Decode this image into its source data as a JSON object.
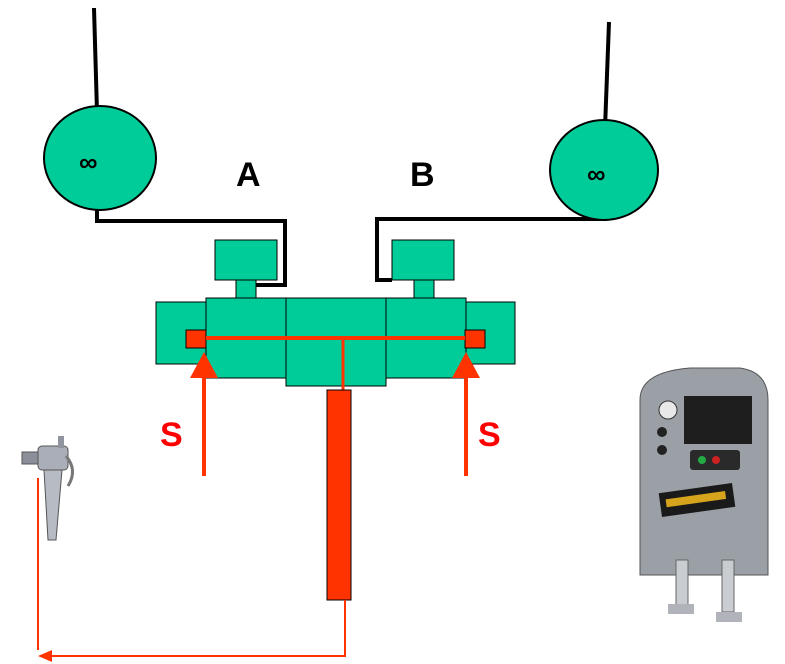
{
  "labels": {
    "a": "A",
    "b": "B",
    "s_left": "S",
    "s_right": "S",
    "pump_symbol_left": "∞",
    "pump_symbol_right": "∞"
  },
  "colors": {
    "component_fill": "#00cc99",
    "outline": "#000000",
    "red": "#ff3300",
    "label_red": "#ff0000",
    "label_black": "#000000"
  },
  "icons": {
    "gun": "spray-gun-icon",
    "machine": "proportioner-machine-icon"
  }
}
